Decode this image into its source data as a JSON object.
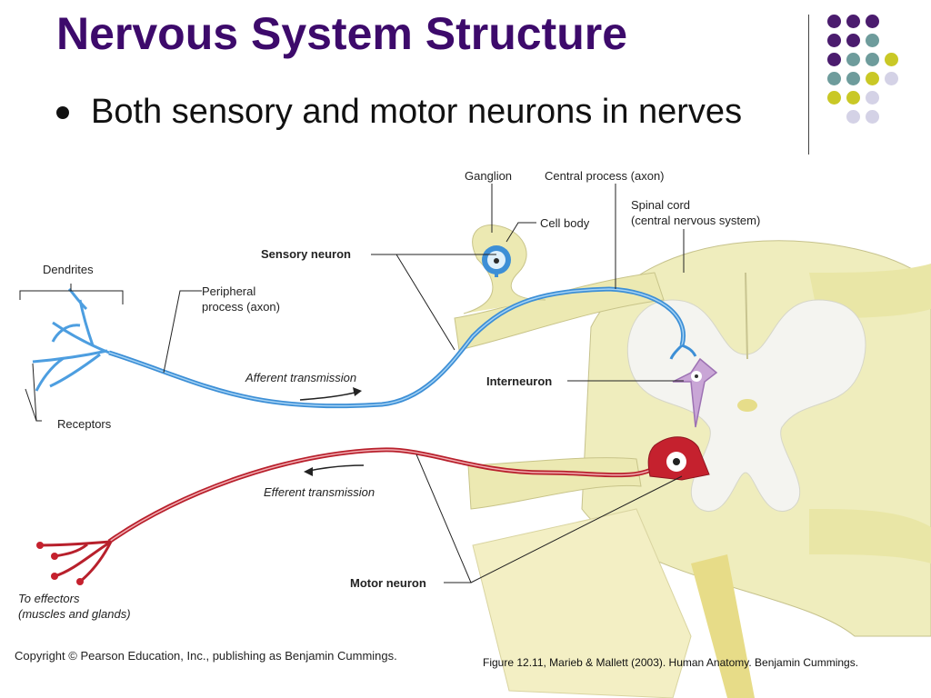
{
  "slide": {
    "title": "Nervous System Structure",
    "bullet": "Both sensory and motor neurons in nerves",
    "caption": "Figure 12.11, Marieb & Mallett (2003).  Human Anatomy.  Benjamin Cummings.",
    "copyright": "Copyright © Pearson Education, Inc., publishing as Benjamin Cummings."
  },
  "figure": {
    "labels": {
      "ganglion": "Ganglion",
      "central_process": "Central process (axon)",
      "cell_body": "Cell body",
      "spinal_cord_1": "Spinal cord",
      "spinal_cord_2": "(central nervous system)",
      "sensory_neuron": "Sensory neuron",
      "dendrites": "Dendrites",
      "peripheral_1": "Peripheral",
      "peripheral_2": "process (axon)",
      "afferent": "Afferent transmission",
      "interneuron": "Interneuron",
      "receptors": "Receptors",
      "efferent": "Efferent transmission",
      "motor_neuron": "Motor neuron",
      "effectors_1": "To effectors",
      "effectors_2": "(muscles and glands)"
    }
  },
  "decor": {
    "colors": {
      "purple": "#4b1c6e",
      "teal": "#6e9c9c",
      "olive": "#c9c826",
      "lavender": "#d4d2e6"
    },
    "dot_grid": [
      [
        "purple",
        "purple",
        "purple",
        ""
      ],
      [
        "purple",
        "purple",
        "teal",
        ""
      ],
      [
        "purple",
        "teal",
        "teal",
        "olive"
      ],
      [
        "teal",
        "teal",
        "olive",
        "lavender"
      ],
      [
        "olive",
        "olive",
        "lavender",
        ""
      ],
      [
        "",
        "lavender",
        "lavender",
        ""
      ]
    ]
  }
}
